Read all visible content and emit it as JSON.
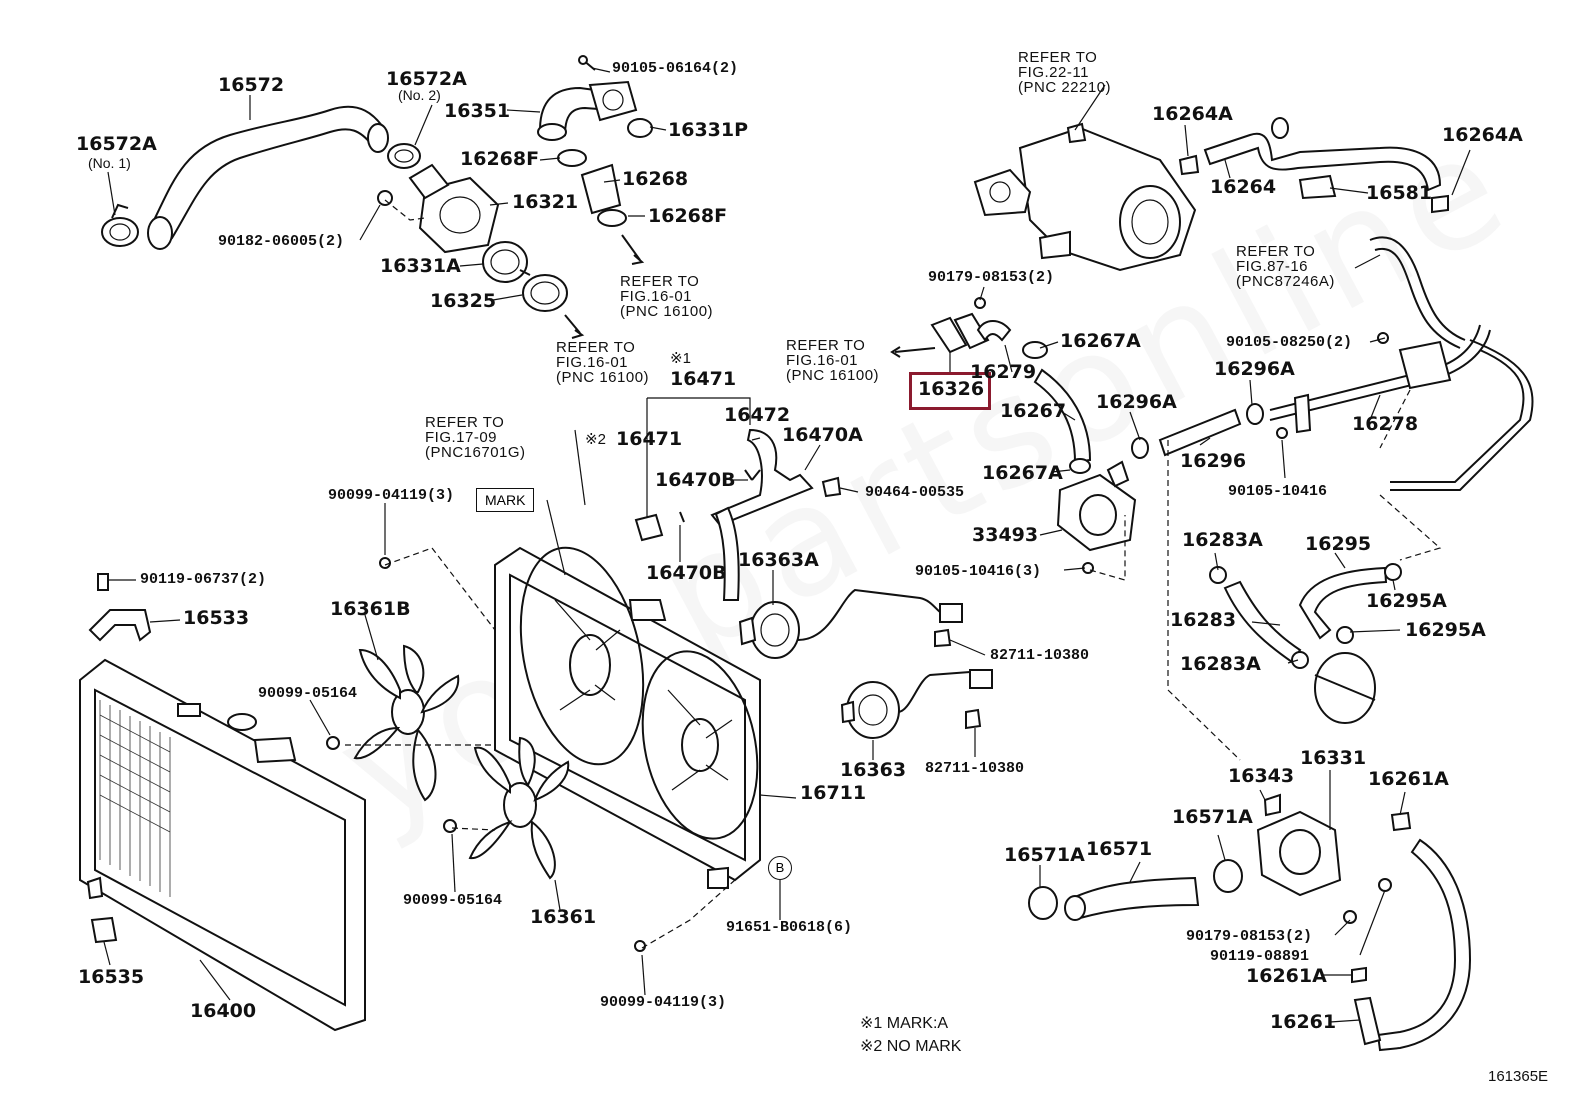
{
  "figure_id": "161365E",
  "watermark": "toyotapartsonline",
  "mark_label": "MARK",
  "circle_b": "B",
  "highlight_color": "#8b1a2e",
  "part_labels": {
    "p16572": "16572",
    "p16572A_no2": "16572A",
    "no2": "(No. 2)",
    "p16572A_no1": "16572A",
    "no1": "(No. 1)",
    "p16351": "16351",
    "p16331P": "16331P",
    "p16268F_top": "16268F",
    "p16268": "16268",
    "p16268F_bot": "16268F",
    "p16321": "16321",
    "p16331A": "16331A",
    "p16325": "16325",
    "p16471_top": "16471",
    "p16471_2": "16471",
    "p16472": "16472",
    "p16470A": "16470A",
    "p16470B_a": "16470B",
    "p16470B_b": "16470B",
    "p16363A": "16363A",
    "p16533": "16533",
    "p16361B": "16361B",
    "p16711": "16711",
    "p16363": "16363",
    "p16361": "16361",
    "p16535": "16535",
    "p16400": "16400",
    "p16326": "16326",
    "p16279": "16279",
    "p16267A_top": "16267A",
    "p16267": "16267",
    "p16296A_a": "16296A",
    "p16296A_b": "16296A",
    "p16267A_bot": "16267A",
    "p33493": "33493",
    "p16264A_a": "16264A",
    "p16264A_b": "16264A",
    "p16264": "16264",
    "p16581": "16581",
    "p16278": "16278",
    "p16296": "16296",
    "p16283A_a": "16283A",
    "p16295": "16295",
    "p16283": "16283",
    "p16295A_a": "16295A",
    "p16295A_b": "16295A",
    "p16283A_b": "16283A",
    "p16343": "16343",
    "p16331": "16331",
    "p16261A_a": "16261A",
    "p16571A_a": "16571A",
    "p16571A_b": "16571A",
    "p16571": "16571",
    "p16261A_b": "16261A",
    "p16261": "16261",
    "mark1": "※1",
    "mark2": "※2"
  },
  "part_numbers": {
    "n90105_06164": "90105-06164(2)",
    "n90182_06005": "90182-06005(2)",
    "n90099_04119_a": "90099-04119(3)",
    "n90119_06737": "90119-06737(2)",
    "n90099_05164_a": "90099-05164",
    "n90099_05164_b": "90099-05164",
    "n90099_04119_b": "90099-04119(3)",
    "n91651_B0618": "91651-B0618(6)",
    "n90464_00535": "90464-00535",
    "n82711_10380_a": "82711-10380",
    "n82711_10380_b": "82711-10380",
    "n90179_08153_a": "90179-08153(2)",
    "n90105_10416_a": "90105-10416(3)",
    "n90105_08250": "90105-08250(2)",
    "n90105_10416_b": "90105-10416",
    "n90179_08153_b": "90179-08153(2)",
    "n90119_08891": "90119-08891"
  },
  "refer_blocks": {
    "r1": [
      "REFER TO",
      "FIG.16-01",
      "(PNC 16100)"
    ],
    "r2": [
      "REFER TO",
      "FIG.16-01",
      "(PNC 16100)"
    ],
    "r3": [
      "REFER TO",
      "FIG.16-01",
      "(PNC 16100)"
    ],
    "r4": [
      "REFER TO",
      "FIG.17-09",
      "(PNC16701G)"
    ],
    "r5": [
      "REFER TO",
      "FIG.22-11",
      "(PNC 22210)"
    ],
    "r6": [
      "REFER TO",
      "FIG.87-16",
      "(PNC87246A)"
    ]
  },
  "footnotes": [
    "※1 MARK:A",
    "※2 NO MARK"
  ]
}
